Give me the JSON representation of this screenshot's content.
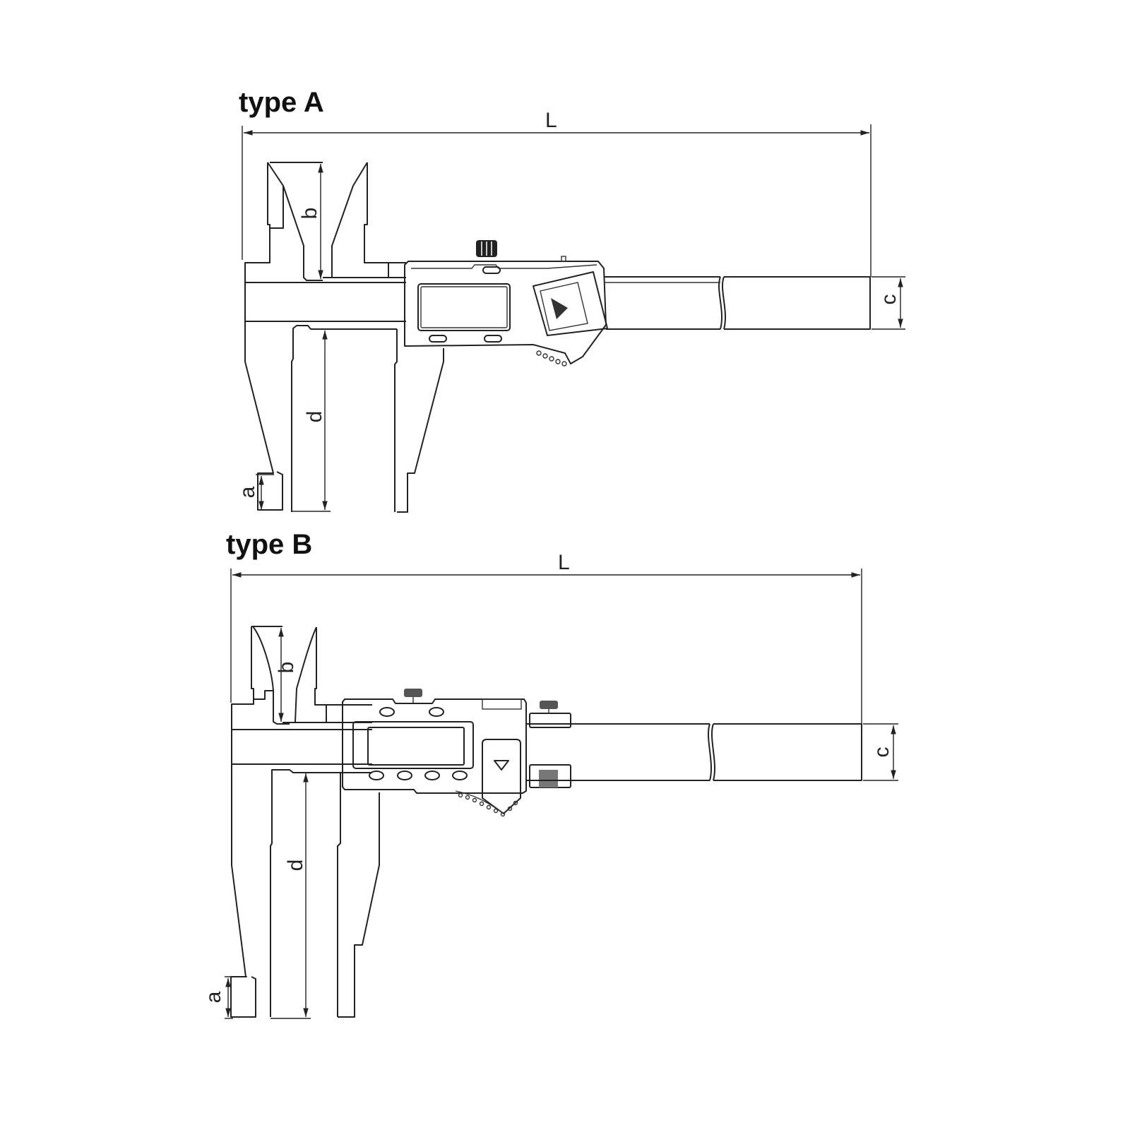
{
  "type_a": {
    "title": "type A",
    "dims": {
      "L": "L",
      "b": "b",
      "c": "c",
      "d": "d",
      "a": "a"
    }
  },
  "type_b": {
    "title": "type B",
    "dims": {
      "L": "L",
      "b": "b",
      "c": "c",
      "d": "d",
      "a": "a"
    }
  },
  "colors": {
    "line": "#222222",
    "background": "#ffffff"
  }
}
